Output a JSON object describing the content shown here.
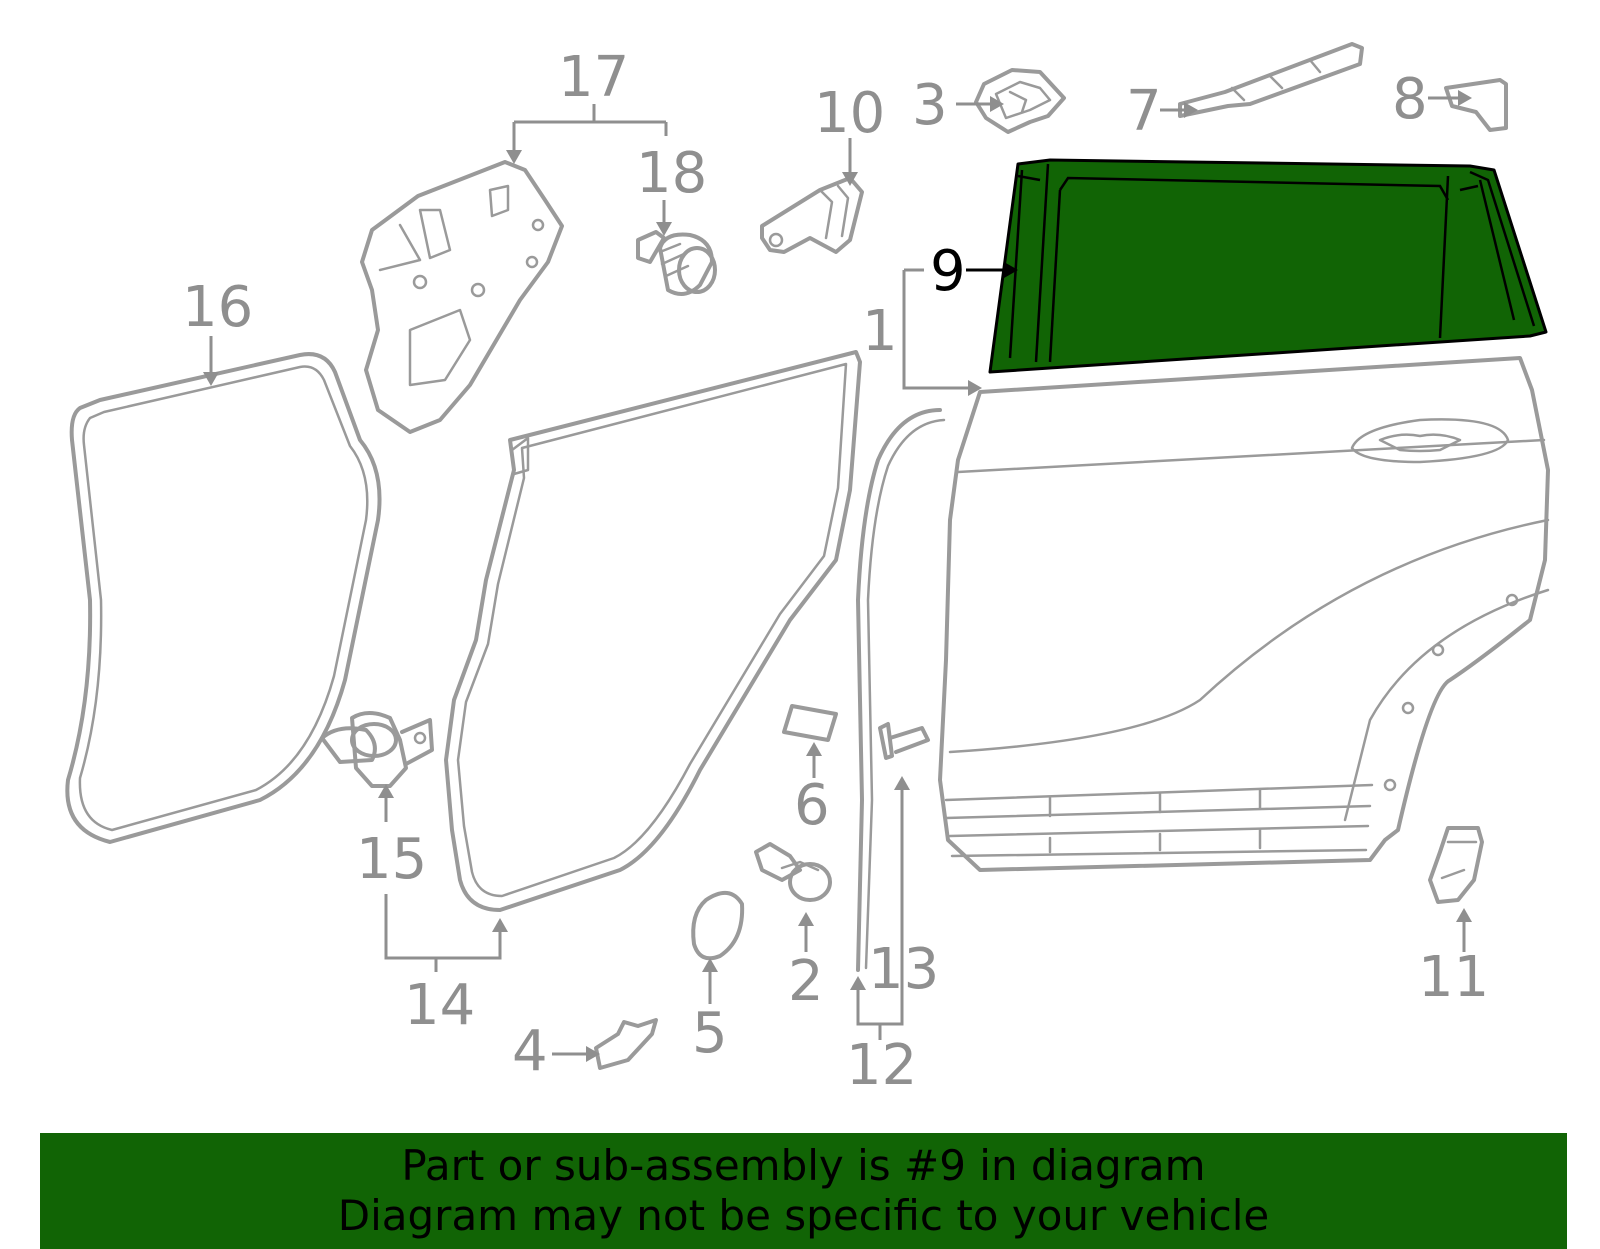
{
  "diagram": {
    "highlight_color": "#116405",
    "line_color": "#9a9a9a",
    "callouts": {
      "c1": "1",
      "c2": "2",
      "c3": "3",
      "c4": "4",
      "c5": "5",
      "c6": "6",
      "c7": "7",
      "c8": "8",
      "c9": "9",
      "c10": "10",
      "c11": "11",
      "c12": "12",
      "c13": "13",
      "c14": "14",
      "c15": "15",
      "c16": "16",
      "c17": "17",
      "c18": "18"
    }
  },
  "banner": {
    "line1": "Part or sub-assembly is #9 in diagram",
    "line2": "Diagram may not be specific to your vehicle"
  }
}
